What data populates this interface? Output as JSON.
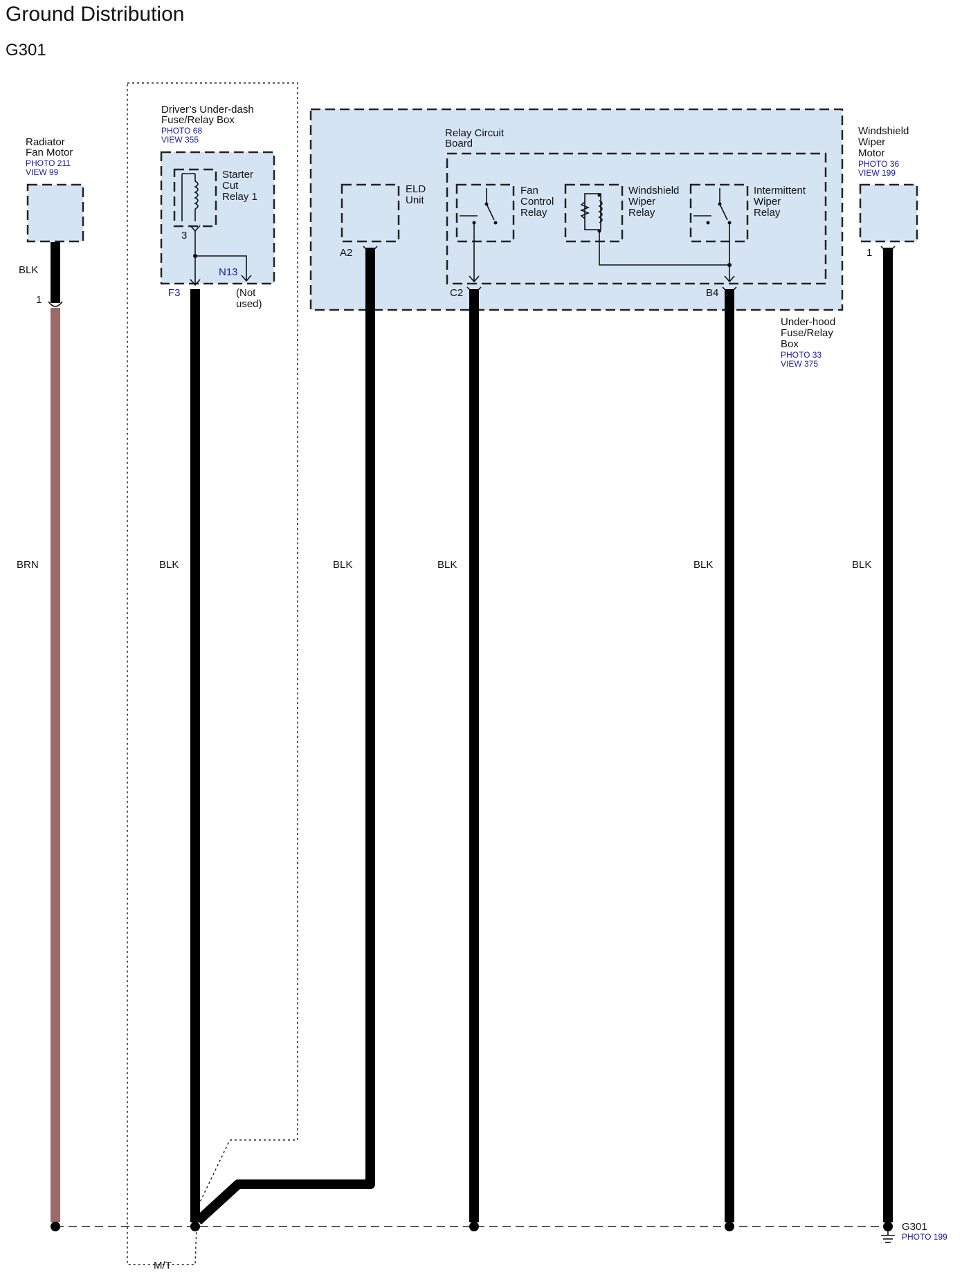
{
  "title": "Ground Distribution",
  "subtitle": "G301",
  "components": {
    "radiator_fan_motor": {
      "name_lines": [
        "Radiator",
        "Fan Motor"
      ],
      "photo": "PHOTO 211",
      "view": "VIEW 99",
      "pin": "1"
    },
    "drivers_fuse_box": {
      "name_lines": [
        "Driver’s Under-dash",
        "Fuse/Relay Box"
      ],
      "photo": "PHOTO 68",
      "view": "VIEW 355"
    },
    "starter_cut_relay": {
      "name_lines": [
        "Starter",
        "Cut",
        "Relay 1"
      ],
      "pin": "3",
      "term_f3": "F3",
      "term_n13": "N13",
      "not_used_lines": [
        "(Not",
        "used)"
      ]
    },
    "relay_circuit_board": {
      "name_lines": [
        "Relay Circuit",
        "Board"
      ]
    },
    "eld_unit": {
      "name_lines": [
        "ELD",
        "Unit"
      ],
      "pin": "A2"
    },
    "fan_control_relay": {
      "name_lines": [
        "Fan",
        "Control",
        "Relay"
      ],
      "pin": "C2"
    },
    "windshield_wiper_relay": {
      "name_lines": [
        "Windshield",
        "Wiper",
        "Relay"
      ]
    },
    "intermittent_wiper_relay": {
      "name_lines": [
        "Intermittent",
        "Wiper",
        "Relay"
      ],
      "pin": "B4"
    },
    "underhood_fuse_box": {
      "name_lines": [
        "Under-hood",
        "Fuse/Relay",
        "Box"
      ],
      "photo": "PHOTO 33",
      "view": "VIEW 375"
    },
    "windshield_wiper_motor": {
      "name_lines": [
        "Windshield",
        "Wiper",
        "Motor"
      ],
      "photo": "PHOTO 36",
      "view": "VIEW 199",
      "pin": "1"
    }
  },
  "wires": {
    "radiator_top": "BLK",
    "radiator_main": "BRN",
    "f3": "BLK",
    "a2": "BLK",
    "c2": "BLK",
    "b4": "BLK",
    "wiper_motor": "BLK"
  },
  "ground": {
    "name": "G301",
    "photo": "PHOTO 199"
  },
  "option_label": "M/T",
  "colors": {
    "box_fill": "#d5e4f3",
    "brn_wire": "#9a6b68",
    "blk_wire": "#000000",
    "ref_text": "#1a1aa6"
  }
}
